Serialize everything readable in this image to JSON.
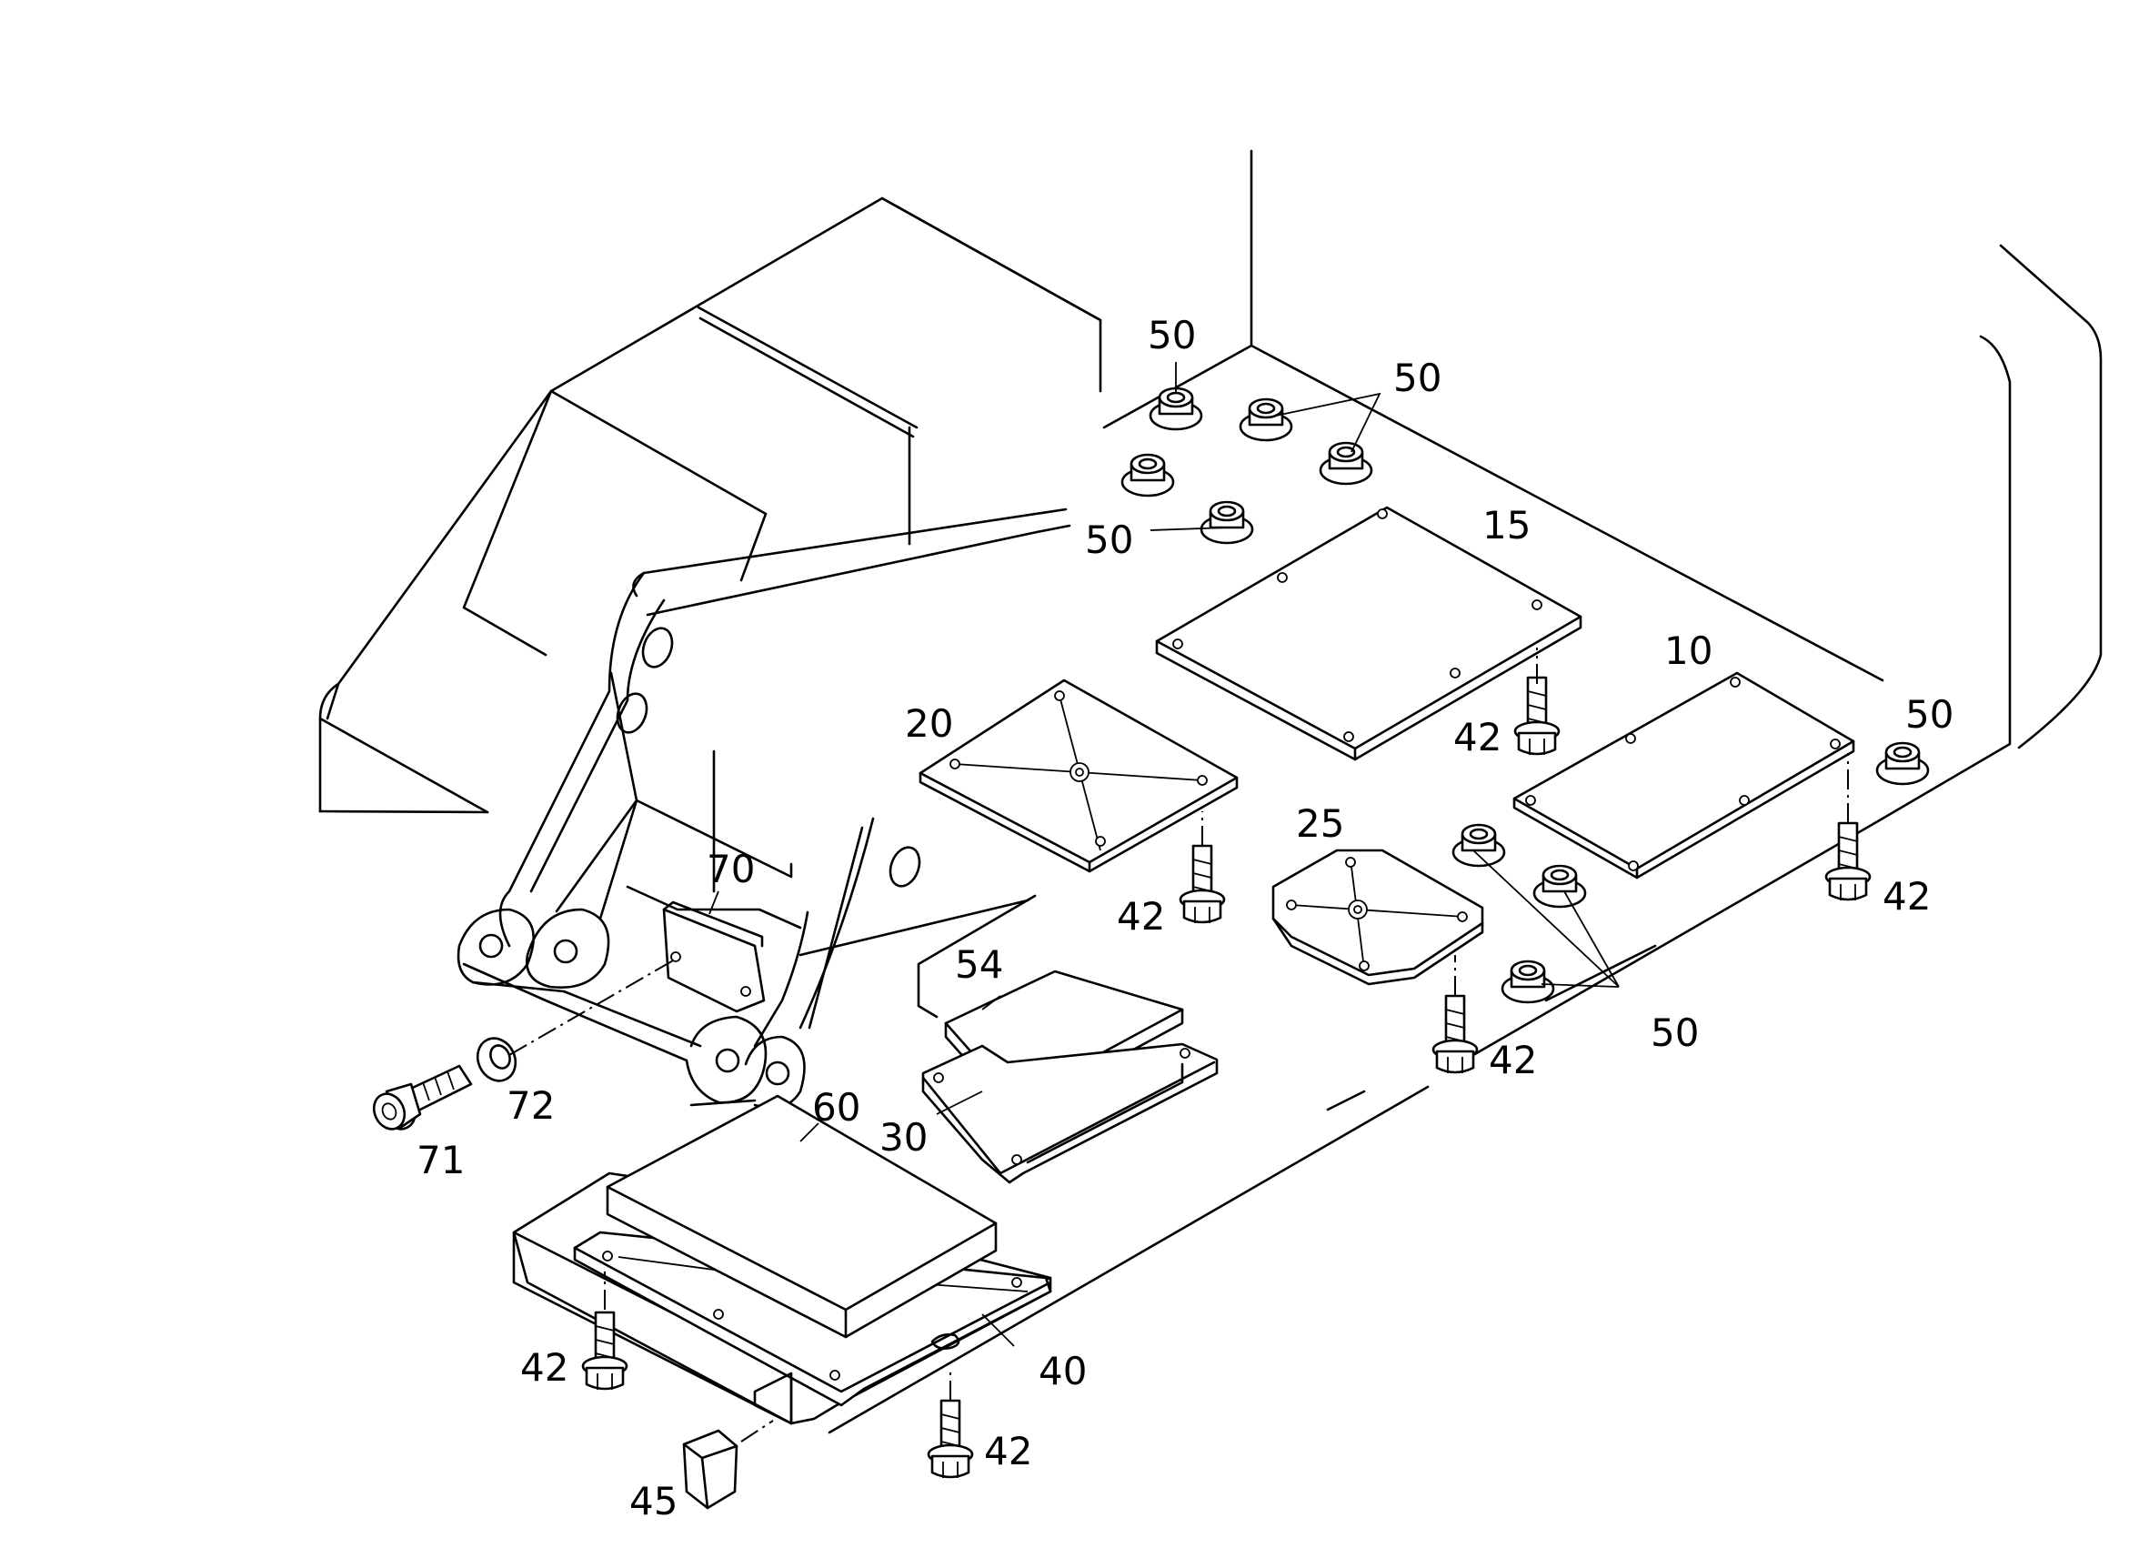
{
  "callouts": [
    {
      "id": "c50a",
      "text": "50"
    },
    {
      "id": "c50b",
      "text": "50"
    },
    {
      "id": "c50c",
      "text": "50"
    },
    {
      "id": "c50d",
      "text": "50"
    },
    {
      "id": "c50e",
      "text": "50"
    },
    {
      "id": "c15",
      "text": "15"
    },
    {
      "id": "c10",
      "text": "10"
    },
    {
      "id": "c20",
      "text": "20"
    },
    {
      "id": "c25",
      "text": "25"
    },
    {
      "id": "c42a",
      "text": "42"
    },
    {
      "id": "c42b",
      "text": "42"
    },
    {
      "id": "c42c",
      "text": "42"
    },
    {
      "id": "c42d",
      "text": "42"
    },
    {
      "id": "c42e",
      "text": "42"
    },
    {
      "id": "c42f",
      "text": "42"
    },
    {
      "id": "c70",
      "text": "70"
    },
    {
      "id": "c54",
      "text": "54"
    },
    {
      "id": "c30",
      "text": "30"
    },
    {
      "id": "c60",
      "text": "60"
    },
    {
      "id": "c40",
      "text": "40"
    },
    {
      "id": "c45",
      "text": "45"
    },
    {
      "id": "c71",
      "text": "71"
    },
    {
      "id": "c72",
      "text": "72"
    }
  ]
}
